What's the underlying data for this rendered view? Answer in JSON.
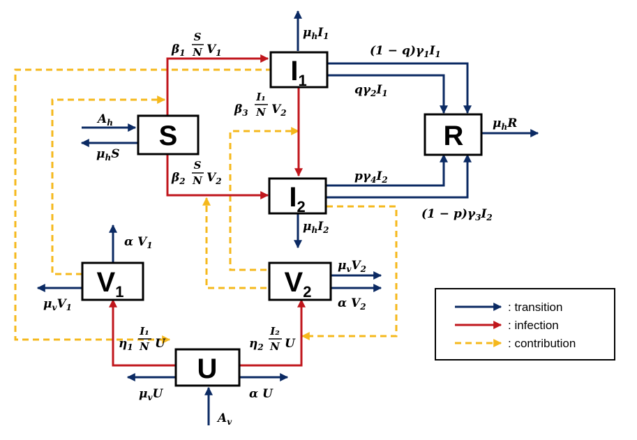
{
  "nodes": {
    "S": "S",
    "I1": {
      "main": "I",
      "sub": "1"
    },
    "I2": {
      "main": "I",
      "sub": "2"
    },
    "R": "R",
    "V1": {
      "main": "V",
      "sub": "1"
    },
    "V2": {
      "main": "V",
      "sub": "2"
    },
    "U": "U"
  },
  "labels": {
    "Ah": {
      "main": "A",
      "sub": "h"
    },
    "muhS": {
      "mu": "μ",
      "sub": "h",
      "rest": "S"
    },
    "muhI1": {
      "mu": "μ",
      "sub": "h",
      "rest": "I",
      "sub2": "1"
    },
    "muhI2": {
      "mu": "μ",
      "sub": "h",
      "rest": "I",
      "sub2": "2"
    },
    "muhR": {
      "mu": "μ",
      "sub": "h",
      "rest": "R"
    },
    "beta1": {
      "greek": "β",
      "sub": "1",
      "num": "S",
      "den": "N",
      "tail": "V",
      "tailsub": "1"
    },
    "beta2": {
      "greek": "β",
      "sub": "2",
      "num": "S",
      "den": "N",
      "tail": "V",
      "tailsub": "2"
    },
    "beta3": {
      "greek": "β",
      "sub": "3",
      "num": "I₁",
      "den": "N",
      "tail": "V",
      "tailsub": "2"
    },
    "gamma1": {
      "pre": "(1 − q)γ",
      "sub": "1",
      "rest": "I",
      "sub2": "1"
    },
    "gamma2": {
      "pre": "qγ",
      "sub": "2",
      "rest": "I",
      "sub2": "1"
    },
    "gamma4": {
      "pre": "pγ",
      "sub": "4",
      "rest": "I",
      "sub2": "2"
    },
    "gamma3": {
      "pre": "(1 − p)γ",
      "sub": "3",
      "rest": "I",
      "sub2": "2"
    },
    "alphaV1": {
      "pre": "α V",
      "sub": "1"
    },
    "muvV1": {
      "mu": "μ",
      "sub": "v",
      "rest": "V",
      "sub2": "1"
    },
    "muvV2": {
      "mu": "μ",
      "sub": "v",
      "rest": "V",
      "sub2": "2"
    },
    "alphaV2": {
      "pre": "α V",
      "sub": "2"
    },
    "eta1": {
      "greek": "η",
      "sub": "1",
      "num": "I₁",
      "den": "N",
      "tail": "U"
    },
    "eta2": {
      "greek": "η",
      "sub": "2",
      "num": "I₂",
      "den": "N",
      "tail": "U"
    },
    "muvU": {
      "mu": "μ",
      "sub": "v",
      "rest": "U"
    },
    "alphaU": {
      "pre": "α U"
    },
    "Av": {
      "main": "A",
      "sub": "v"
    }
  },
  "legend": {
    "transition": ":  transition",
    "infection": ":  infection",
    "contribution": ":  contribution"
  },
  "colors": {
    "transition": "#0b2a63",
    "infection": "#c0161c",
    "contribution": "#f5b81c"
  }
}
